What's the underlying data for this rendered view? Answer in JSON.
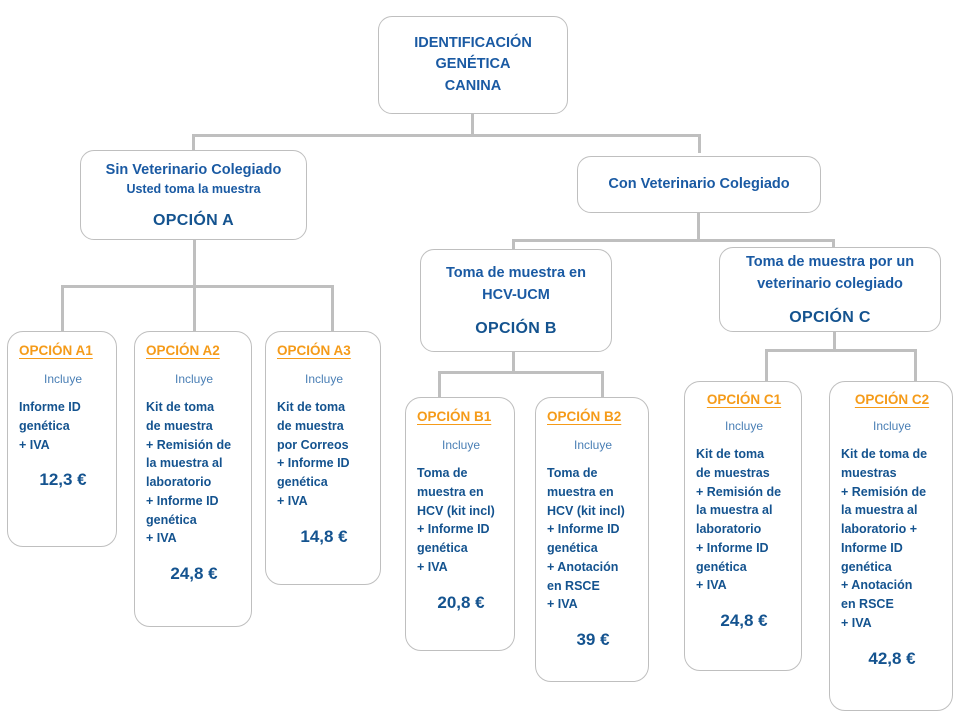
{
  "diagram": {
    "title": "IDENTIFICACIÓN GENÉTICA CANINA",
    "colors": {
      "node_text": "#1a5aa3",
      "option_title": "#F59B19",
      "price_text": "#14538f",
      "incluye_text": "#4a7fb5",
      "line": "#bfbfbf",
      "border": "#bfbfbf",
      "background": "#ffffff"
    }
  },
  "root": {
    "line1": "IDENTIFICACIÓN",
    "line2": "GENÉTICA",
    "line3": "CANINA"
  },
  "branches": {
    "a": {
      "line1": "Sin Veterinario Colegiado",
      "line2": "Usted toma la muestra",
      "option": "OPCIÓN A"
    },
    "con_vet": {
      "line1": "Con Veterinario Colegiado"
    },
    "b": {
      "line1": "Toma de muestra en",
      "line2": "HCV-UCM",
      "option": "OPCIÓN B"
    },
    "c": {
      "line1": "Toma de muestra por un",
      "line2": "veterinario colegiado",
      "option": "OPCIÓN C"
    }
  },
  "cards": {
    "a1": {
      "title": "OPCIÓN A1",
      "incluye": "Incluye",
      "desc": "Informe ID\ngenética\n+ IVA",
      "price": "12,3 €"
    },
    "a2": {
      "title": "OPCIÓN A2",
      "incluye": "Incluye",
      "desc": "Kit de toma\nde muestra\n+ Remisión de\nla muestra  al\nlaboratorio\n+ Informe ID\ngenética\n+ IVA",
      "price": "24,8 €"
    },
    "a3": {
      "title": "OPCIÓN A3",
      "incluye": "Incluye",
      "desc": "Kit de toma\nde muestra\npor Correos\n+ Informe ID\ngenética\n+ IVA",
      "price": "14,8 €"
    },
    "b1": {
      "title": "OPCIÓN B1",
      "incluye": "Incluye",
      "desc": "Toma de\nmuestra en\nHCV (kit incl)\n+ Informe ID\ngenética\n+ IVA",
      "price": "20,8 €"
    },
    "b2": {
      "title": "OPCIÓN B2",
      "incluye": "Incluye",
      "desc": "Toma de\nmuestra en\nHCV (kit incl)\n+  Informe ID\ngenética\n+ Anotación\nen RSCE\n+ IVA",
      "price": "39 €"
    },
    "c1": {
      "title": "OPCIÓN C1",
      "incluye": "Incluye",
      "desc": "Kit de toma\nde muestras\n+ Remisión de\nla muestra al\nlaboratorio\n+ Informe ID\ngenética\n+ IVA",
      "price": "24,8 €"
    },
    "c2": {
      "title": "OPCIÓN C2",
      "incluye": "Incluye",
      "desc": "Kit de toma de\nmuestras\n+ Remisión de\nla muestra al\nlaboratorio +\nInforme ID\ngenética\n+ Anotación\nen RSCE\n+ IVA",
      "price": "42,8 €"
    }
  }
}
